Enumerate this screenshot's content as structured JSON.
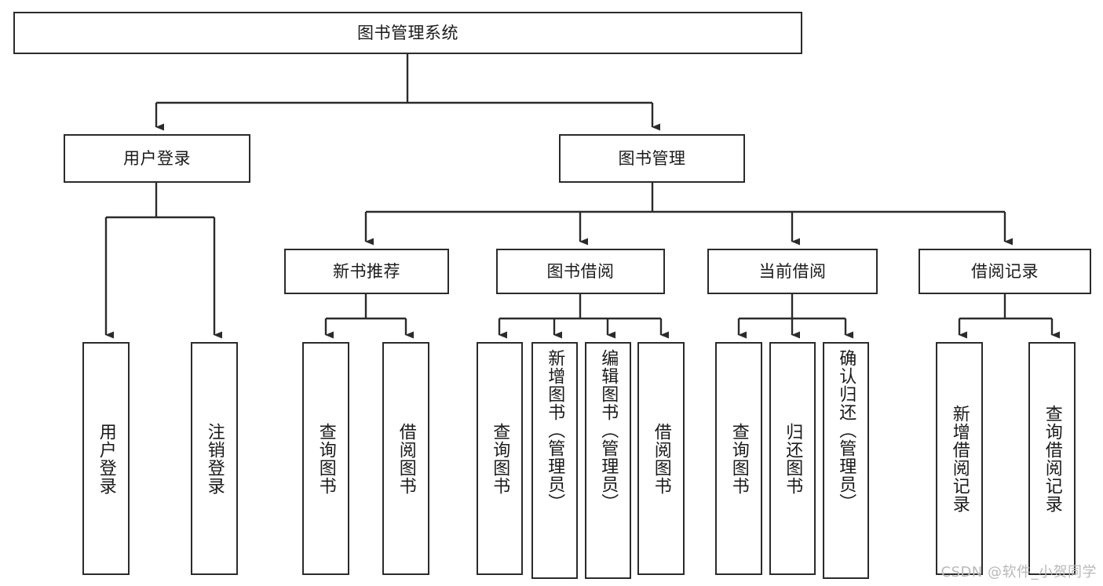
{
  "diagram": {
    "title": "图书管理系统",
    "type": "tree",
    "line_color": "#2b2b2b",
    "box_border_color": "#2b2b2b",
    "box_fill_color": "#ffffff",
    "text_color": "#1a1a1a",
    "watermark": "CSDN @软件_小贺同学",
    "watermark_color": "#b9b9b9"
  },
  "nodes": {
    "root": {
      "label": "图书管理系统"
    },
    "level2": [
      {
        "id": "user-login",
        "label": "用户登录"
      },
      {
        "id": "book-manage",
        "label": "图书管理"
      }
    ],
    "level3": [
      {
        "id": "new-book-recommend",
        "label": "新书推荐"
      },
      {
        "id": "book-borrow",
        "label": "图书借阅"
      },
      {
        "id": "current-borrow",
        "label": "当前借阅"
      },
      {
        "id": "borrow-record",
        "label": "借阅记录"
      }
    ],
    "level4": {
      "user_login_children": [
        {
          "id": "login",
          "label": "用户登录"
        },
        {
          "id": "logout",
          "label": "注销登录"
        }
      ],
      "new_book_recommend_children": [
        {
          "id": "query-books-1",
          "label": "查询图书"
        },
        {
          "id": "borrow-books-1",
          "label": "借阅图书"
        }
      ],
      "book_borrow_children": [
        {
          "id": "query-books-2",
          "label": "查询图书"
        },
        {
          "id": "add-book-admin",
          "label": "新增图书（管理员）"
        },
        {
          "id": "edit-book-admin",
          "label": "编辑图书（管理员）"
        },
        {
          "id": "borrow-books-2",
          "label": "借阅图书"
        }
      ],
      "current_borrow_children": [
        {
          "id": "query-books-3",
          "label": "查询图书"
        },
        {
          "id": "return-books",
          "label": "归还图书"
        },
        {
          "id": "confirm-return-admin",
          "label": "确认归还（管理员）"
        }
      ],
      "borrow_record_children": [
        {
          "id": "add-borrow-record",
          "label": "新增借阅记录"
        },
        {
          "id": "query-borrow-record",
          "label": "查询借阅记录"
        }
      ]
    }
  }
}
